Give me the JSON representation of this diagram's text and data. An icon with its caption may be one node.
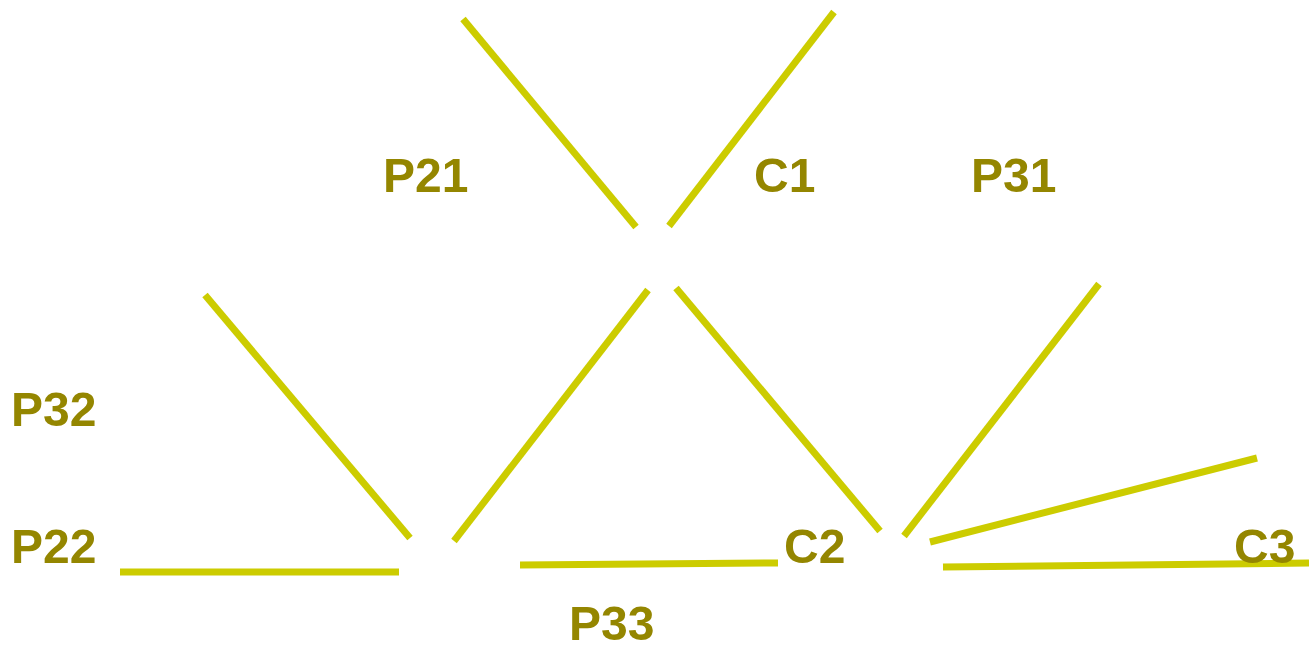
{
  "diagram": {
    "labels": [
      "P21",
      "C1",
      "P31",
      "P32",
      "P22",
      "C2",
      "C3",
      "P33"
    ]
  }
}
